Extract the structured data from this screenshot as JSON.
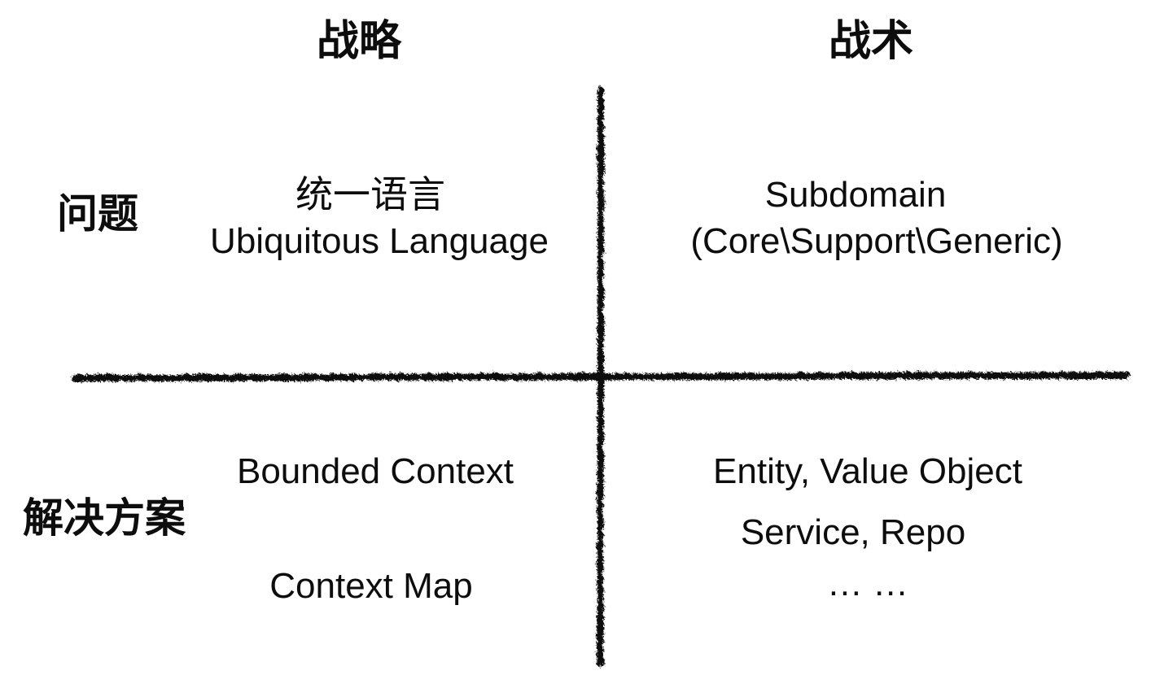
{
  "diagram": {
    "title_semantic": "DDD strategy vs tactics quadrant",
    "column_headers": [
      {
        "label": "战略"
      },
      {
        "label": "战术"
      }
    ],
    "row_headers": [
      {
        "label": "问题"
      },
      {
        "label": "解决方案"
      }
    ],
    "quadrants": {
      "strategy_problem": {
        "lines": [
          "统一语言",
          "Ubiquitous Language"
        ]
      },
      "tactics_problem": {
        "lines": [
          "Subdomain",
          "(Core\\Support\\Generic)"
        ]
      },
      "strategy_solution": {
        "lines": [
          "Bounded Context",
          "Context Map"
        ]
      },
      "tactics_solution": {
        "lines": [
          "Entity, Value Object",
          "Service, Repo",
          "… …"
        ]
      }
    },
    "colors": {
      "background": "#ffffff",
      "text": "#0d0d0d",
      "axis_line": "#0a0a0a"
    }
  }
}
